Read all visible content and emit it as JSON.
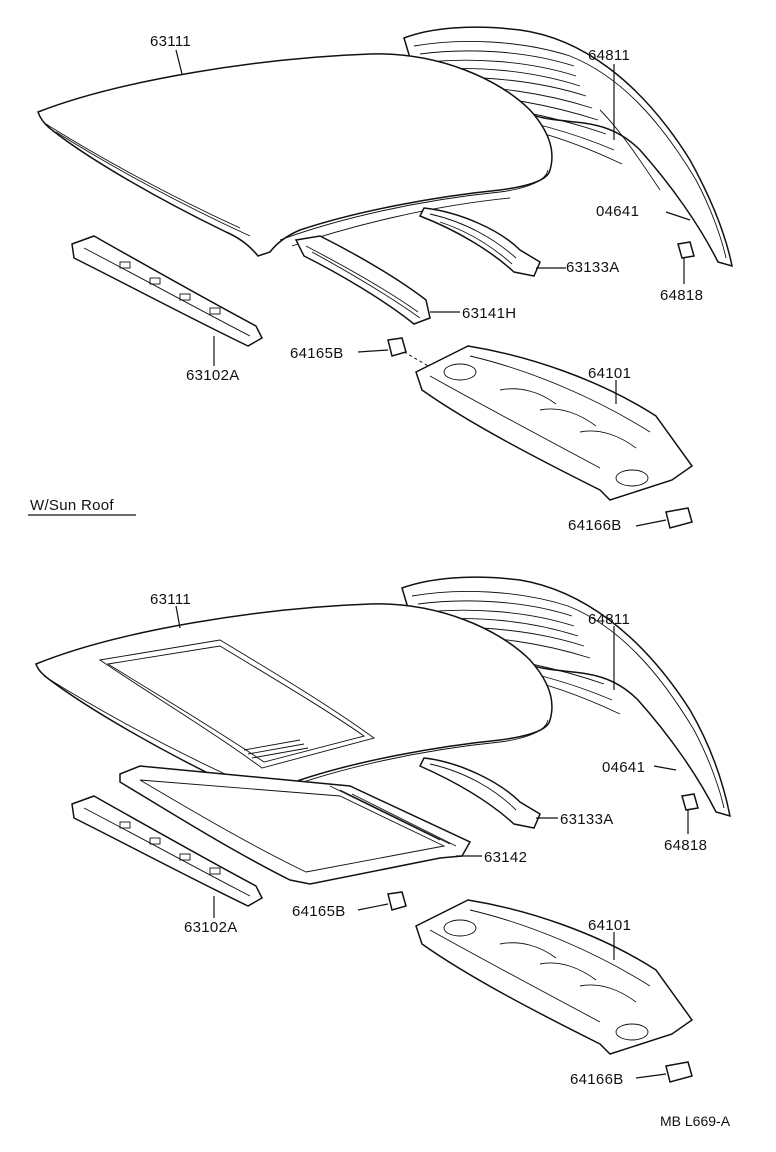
{
  "top": {
    "parts": {
      "roof": "63111",
      "back_window": "64811",
      "seal": "04641",
      "clip": "64818",
      "rail_rear": "63133A",
      "rail_mid": "63141H",
      "front_header": "63102A",
      "bracket_left": "64165B",
      "package_tray": "64101",
      "bracket_right": "64166B"
    }
  },
  "bottom": {
    "caption": "W/Sun Roof",
    "parts": {
      "roof": "63111",
      "back_window": "64811",
      "seal": "04641",
      "clip": "64818",
      "rail_rear": "63133A",
      "sunroof_frame": "63142",
      "front_header": "63102A",
      "bracket_left": "64165B",
      "package_tray": "64101",
      "bracket_right": "64166B"
    }
  },
  "diagram_code": "MB L669-A"
}
